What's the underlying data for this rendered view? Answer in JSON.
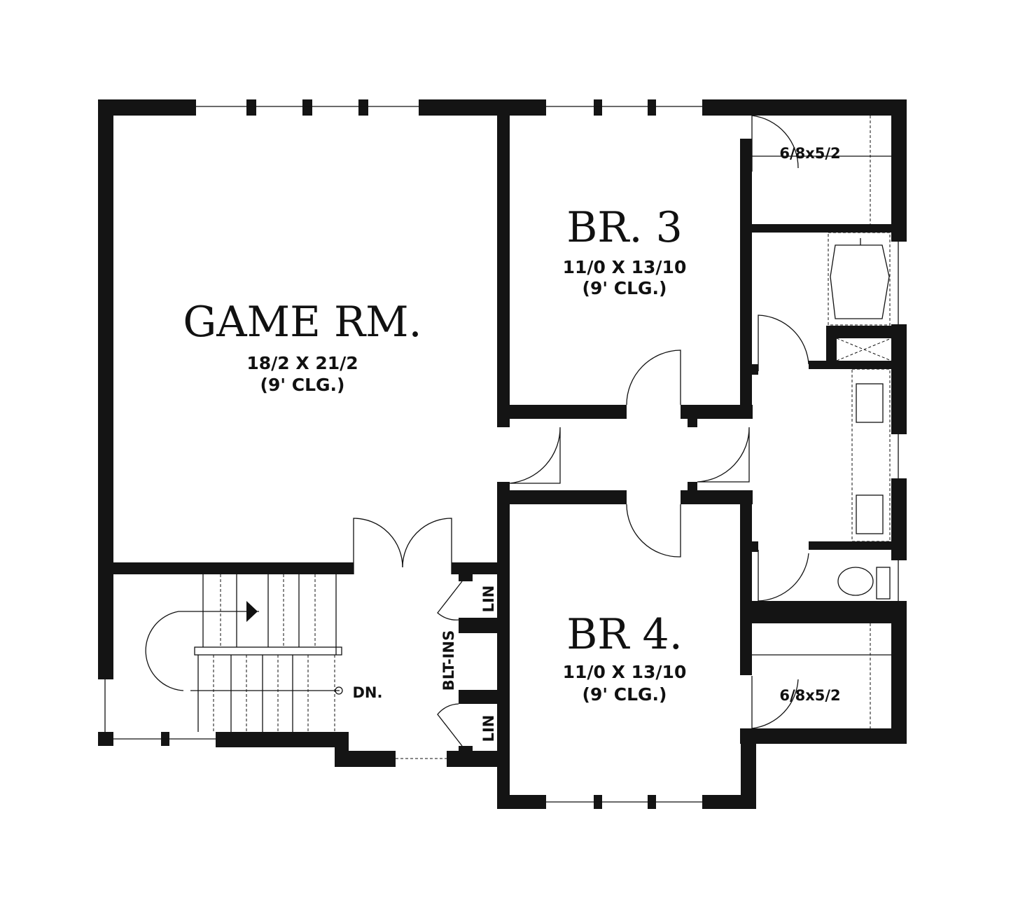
{
  "rooms": {
    "game": {
      "name": "GAME RM.",
      "size": "18/2 X 21/2",
      "ceiling": "(9' CLG.)"
    },
    "br3": {
      "name": "BR. 3",
      "size": "11/0 X 13/10",
      "ceiling": "(9' CLG.)"
    },
    "br4": {
      "name": "BR 4.",
      "size": "11/0 X 13/10",
      "ceiling": "(9' CLG.)"
    }
  },
  "closets": {
    "upper": "6/8x5/2",
    "lower": "6/8x5/2"
  },
  "labels": {
    "stairs": "DN.",
    "linen_upper": "LIN",
    "linen_lower": "LIN",
    "builtins": "BLT-INS"
  }
}
